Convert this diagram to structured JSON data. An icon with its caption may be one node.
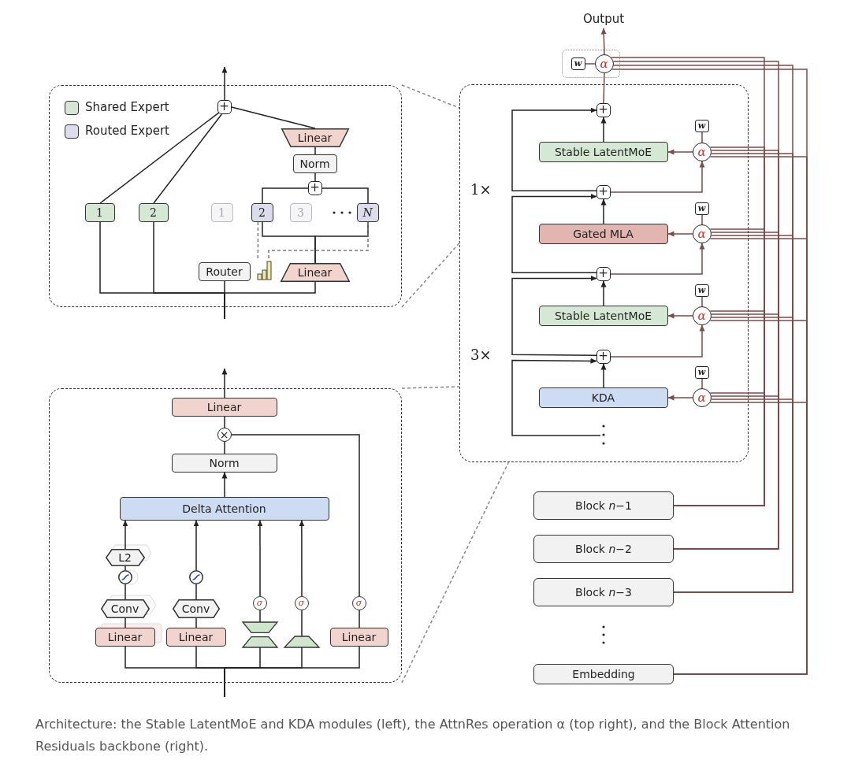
{
  "diagram": {
    "caption": "Architecture: the Stable LatentMoE and KDA modules (left), the AttnRes operation α (top right), and the Block Attention Residuals backbone (right).",
    "nodes": [
      {
        "text": [],
        "shape": "box"
      },
      {
        "text": [
          "+"
        ],
        "in": 0
      },
      {
        "text": [
          "Linear"
        ],
        "in": 0
      },
      {
        "text": [
          "Norm"
        ],
        "in": 0
      },
      {
        "text": [
          "+"
        ],
        "in": 0
      },
      {
        "text": [
          "1"
        ],
        "in": 0
      },
      {
        "text": [
          "2"
        ],
        "in": 0
      },
      {
        "text": [
          "1"
        ],
        "in": 0
      },
      {
        "text": [
          "2"
        ],
        "in": 0
      },
      {
        "text": [
          "3"
        ],
        "in": 0
      },
      {
        "text": [
          "N"
        ],
        "in": 0
      },
      {
        "text": [
          "Router"
        ],
        "in": 0
      },
      {
        "text": [],
        "shape": "bar",
        "in": 0
      },
      {
        "text": [
          "Linear"
        ],
        "in": 0
      },
      {
        "text": [],
        "shape": "box"
      },
      {
        "text": [
          "Linear"
        ],
        "in": 14
      },
      {
        "text": [
          "×"
        ],
        "in": 14
      },
      {
        "text": [
          "Norm"
        ],
        "in": 14
      },
      {
        "text": [
          "Delta Attention"
        ],
        "in": 14
      },
      {
        "text": [
          "L2"
        ],
        "in": 14
      },
      {
        "text": [],
        "shape": "circle",
        "in": 14
      },
      {
        "text": [
          "Conv"
        ],
        "in": 14
      },
      {
        "text": [
          "Linear"
        ],
        "in": 14
      },
      {
        "text": [],
        "shape": "circle",
        "in": 14
      },
      {
        "text": [
          "Conv"
        ],
        "in": 14
      },
      {
        "text": [
          "Linear"
        ],
        "in": 14
      },
      {
        "text": [
          "σ"
        ],
        "in": 14
      },
      {
        "text": [],
        "shape": "hourglass",
        "in": 14
      },
      {
        "text": [
          "σ"
        ],
        "in": 14
      },
      {
        "text": [],
        "shape": "trapezoid",
        "in": 14
      },
      {
        "text": [
          "σ"
        ],
        "in": 14
      },
      {
        "text": [
          "Linear"
        ],
        "in": 14
      },
      {
        "text": [],
        "shape": "box"
      },
      {
        "text": [
          "Output"
        ]
      },
      {
        "text": [],
        "shape": "box"
      },
      {
        "text": [
          "w"
        ],
        "in": 34
      },
      {
        "text": [
          "α"
        ],
        "in": 34
      },
      {
        "text": [
          "+"
        ],
        "in": 32
      },
      {
        "text": [
          "Stable LatentMoE"
        ],
        "in": 32
      },
      {
        "text": [
          "w"
        ],
        "in": 32
      },
      {
        "text": [
          "α"
        ],
        "in": 32
      },
      {
        "text": [
          "+"
        ],
        "in": 32
      },
      {
        "text": [
          "Gated MLA"
        ],
        "in": 32
      },
      {
        "text": [
          "w"
        ],
        "in": 32
      },
      {
        "text": [
          "α"
        ],
        "in": 32
      },
      {
        "text": [
          "+"
        ],
        "in": 32
      },
      {
        "text": [
          "Stable LatentMoE"
        ],
        "in": 32
      },
      {
        "text": [
          "w"
        ],
        "in": 32
      },
      {
        "text": [
          "α"
        ],
        "in": 32
      },
      {
        "text": [
          "+"
        ],
        "in": 32
      },
      {
        "text": [
          "KDA"
        ],
        "in": 32
      },
      {
        "text": [
          "w"
        ],
        "in": 32
      },
      {
        "text": [
          "α"
        ],
        "in": 32
      },
      {
        "text": [
          "Block *n*−1"
        ]
      },
      {
        "text": [
          "Block *n*−2"
        ]
      },
      {
        "text": [
          "Block *n*−3"
        ]
      },
      {
        "text": [
          "Embedding"
        ]
      }
    ],
    "edges": [
      {
        "from": null,
        "to": 5,
        "arrow": "none"
      },
      {
        "from": null,
        "to": 6,
        "arrow": "none"
      },
      {
        "from": null,
        "to": 11,
        "arrow": "none"
      },
      {
        "from": null,
        "to": 13,
        "arrow": "none"
      },
      {
        "from": 5,
        "to": 1,
        "arrow": "none"
      },
      {
        "from": 6,
        "to": 1,
        "arrow": "none"
      },
      {
        "from": 2,
        "to": 1,
        "arrow": "none"
      },
      {
        "from": 3,
        "to": 2,
        "arrow": "none"
      },
      {
        "from": 4,
        "to": 3,
        "arrow": "none"
      },
      {
        "from": 8,
        "to": 4,
        "arrow": "none"
      },
      {
        "from": 10,
        "to": 4,
        "arrow": "none"
      },
      {
        "from": 13,
        "to": 8,
        "arrow": "none"
      },
      {
        "from": 13,
        "to": 10,
        "arrow": "none"
      },
      {
        "from": 8,
        "to": 12,
        "arrow": "none",
        "style": "dashed",
        "color": "#777777"
      },
      {
        "from": 10,
        "to": 12,
        "arrow": "none",
        "style": "dashed",
        "color": "#777777"
      },
      {
        "from": 1,
        "to": null,
        "arrow": "to"
      },
      {
        "from": 0,
        "to": 32,
        "arrow": "none",
        "style": "dashed",
        "color": "#888888"
      },
      {
        "from": 0,
        "to": 32,
        "arrow": "none",
        "style": "dashed",
        "color": "#888888"
      },
      {
        "from": 14,
        "to": 32,
        "arrow": "none",
        "style": "dashed",
        "color": "#888888"
      },
      {
        "from": 14,
        "to": 32,
        "arrow": "none",
        "style": "dashed",
        "color": "#888888"
      },
      {
        "from": null,
        "to": 22,
        "arrow": "none"
      },
      {
        "from": null,
        "to": 25,
        "arrow": "none"
      },
      {
        "from": null,
        "to": 27,
        "arrow": "none"
      },
      {
        "from": null,
        "to": 29,
        "arrow": "none"
      },
      {
        "from": null,
        "to": 31,
        "arrow": "none"
      },
      {
        "from": 22,
        "to": 21,
        "arrow": "none"
      },
      {
        "from": 21,
        "to": 20,
        "arrow": "none"
      },
      {
        "from": 20,
        "to": 19,
        "arrow": "none"
      },
      {
        "from": 19,
        "to": 18,
        "arrow": "to"
      },
      {
        "from": 25,
        "to": 24,
        "arrow": "none"
      },
      {
        "from": 24,
        "to": 23,
        "arrow": "none"
      },
      {
        "from": 23,
        "to": 18,
        "arrow": "to"
      },
      {
        "from": 27,
        "to": 26,
        "arrow": "none"
      },
      {
        "from": 26,
        "to": 18,
        "arrow": "to"
      },
      {
        "from": 29,
        "to": 28,
        "arrow": "none"
      },
      {
        "from": 28,
        "to": 18,
        "arrow": "to"
      },
      {
        "from": 31,
        "to": 30,
        "arrow": "none"
      },
      {
        "from": 30,
        "to": 16,
        "arrow": "none"
      },
      {
        "from": 18,
        "to": 17,
        "arrow": "to"
      },
      {
        "from": 17,
        "to": 16,
        "arrow": "none"
      },
      {
        "from": 16,
        "to": 15,
        "arrow": "none"
      },
      {
        "from": 15,
        "to": null,
        "arrow": "to"
      },
      {
        "from": 36,
        "to": 33,
        "arrow": "to",
        "color": "#7b4b4b"
      },
      {
        "from": 35,
        "to": 36,
        "arrow": "none",
        "color": "#7b4b4b"
      },
      {
        "from": 37,
        "to": 36,
        "arrow": "none",
        "color": "#7b4b4b"
      },
      {
        "from": 38,
        "to": 37,
        "arrow": "to"
      },
      {
        "from": 41,
        "to": 37,
        "arrow": "to"
      },
      {
        "from": 41,
        "to": 40,
        "arrow": "to",
        "color": "#7b4b4b"
      },
      {
        "from": 40,
        "to": 38,
        "arrow": "to",
        "color": "#7b4b4b"
      },
      {
        "from": 39,
        "to": 40,
        "arrow": "none",
        "color": "#7b4b4b"
      },
      {
        "from": 42,
        "to": 41,
        "arrow": "to"
      },
      {
        "from": 45,
        "to": 41,
        "arrow": "to"
      },
      {
        "from": 45,
        "to": 44,
        "arrow": "to",
        "color": "#7b4b4b"
      },
      {
        "from": 44,
        "to": 42,
        "arrow": "to",
        "color": "#7b4b4b"
      },
      {
        "from": 43,
        "to": 44,
        "arrow": "none",
        "color": "#7b4b4b"
      },
      {
        "from": 46,
        "to": 45,
        "arrow": "to"
      },
      {
        "from": 49,
        "to": 45,
        "arrow": "to"
      },
      {
        "from": 49,
        "to": 48,
        "arrow": "to",
        "color": "#7b4b4b"
      },
      {
        "from": 48,
        "to": 46,
        "arrow": "to",
        "color": "#7b4b4b"
      },
      {
        "from": 47,
        "to": 48,
        "arrow": "none",
        "color": "#7b4b4b"
      },
      {
        "from": 50,
        "to": 49,
        "arrow": "to"
      },
      {
        "from": null,
        "to": 49,
        "arrow": "to"
      },
      {
        "from": 52,
        "to": 50,
        "arrow": "to",
        "color": "#7b4b4b"
      },
      {
        "from": 51,
        "to": 52,
        "arrow": "none",
        "color": "#7b4b4b"
      },
      {
        "from": 53,
        "to": 36,
        "arrow": "none",
        "color": "#7b4b4b"
      },
      {
        "from": 54,
        "to": 36,
        "arrow": "none",
        "color": "#7b4b4b"
      },
      {
        "from": 55,
        "to": 36,
        "arrow": "none",
        "color": "#7b4b4b"
      },
      {
        "from": 56,
        "to": 36,
        "arrow": "none",
        "color": "#7b4b4b"
      },
      {
        "from": 53,
        "to": 40,
        "arrow": "none",
        "color": "#7b4b4b"
      },
      {
        "from": 54,
        "to": 40,
        "arrow": "none",
        "color": "#7b4b4b"
      },
      {
        "from": 55,
        "to": 40,
        "arrow": "none",
        "color": "#7b4b4b"
      },
      {
        "from": 56,
        "to": 40,
        "arrow": "none",
        "color": "#7b4b4b"
      },
      {
        "from": 53,
        "to": 44,
        "arrow": "none",
        "color": "#7b4b4b"
      },
      {
        "from": 54,
        "to": 44,
        "arrow": "none",
        "color": "#7b4b4b"
      },
      {
        "from": 55,
        "to": 44,
        "arrow": "none",
        "color": "#7b4b4b"
      },
      {
        "from": 56,
        "to": 44,
        "arrow": "none",
        "color": "#7b4b4b"
      },
      {
        "from": 53,
        "to": 48,
        "arrow": "none",
        "color": "#7b4b4b"
      },
      {
        "from": 54,
        "to": 48,
        "arrow": "none",
        "color": "#7b4b4b"
      },
      {
        "from": 55,
        "to": 48,
        "arrow": "none",
        "color": "#7b4b4b"
      },
      {
        "from": 56,
        "to": 48,
        "arrow": "none",
        "color": "#7b4b4b"
      },
      {
        "from": 53,
        "to": 52,
        "arrow": "none",
        "color": "#7b4b4b"
      },
      {
        "from": 54,
        "to": 52,
        "arrow": "none",
        "color": "#7b4b4b"
      },
      {
        "from": 55,
        "to": 52,
        "arrow": "none",
        "color": "#7b4b4b"
      },
      {
        "from": 56,
        "to": 52,
        "arrow": "none",
        "color": "#7b4b4b"
      }
    ],
    "labels": [
      "1×",
      "3×"
    ],
    "legend": [
      {
        "text": "Shared Expert",
        "color": "#d5e8d4"
      },
      {
        "text": "Routed Expert",
        "color": "#dcdcec"
      }
    ]
  }
}
